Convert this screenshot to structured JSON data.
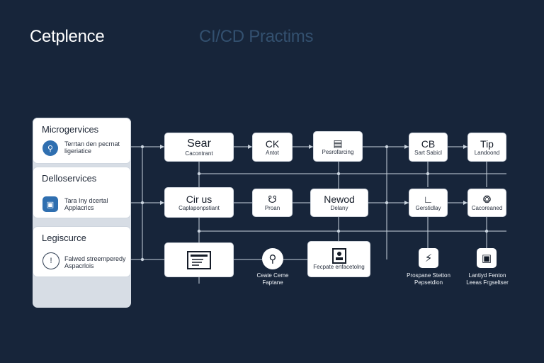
{
  "header": {
    "brand": "Cetplence",
    "subtitle": "CI/CD Practims"
  },
  "sidebar": {
    "cards": [
      {
        "title": "Microgervices",
        "desc_line1": "Terrtan den pecrnat",
        "desc_line2": "ligeriatice"
      },
      {
        "title": "Delloservices",
        "desc_line1": "Tara Iny dcertal",
        "desc_line2": "Applacrics"
      },
      {
        "title": "Legiscurce",
        "desc_line1": "Falwed streemperedy",
        "desc_line2": "Aspacrlois"
      }
    ]
  },
  "nodes": {
    "sear": {
      "title": "Sear",
      "caption": "Cacontrant"
    },
    "ck": {
      "title": "CK",
      "caption": "Antot"
    },
    "doc1": {
      "icon": "document-icon",
      "caption": "Pesrofarcing"
    },
    "cb": {
      "title": "CB",
      "caption": "Sart Sabicl"
    },
    "tip": {
      "title": "Tip",
      "caption": "Landoond"
    },
    "cirus": {
      "title": "Cir us",
      "caption": "Caplaponpstiant"
    },
    "basket": {
      "icon": "basket-icon",
      "caption": "Proan"
    },
    "newod": {
      "title": "Newod",
      "caption": "Delany"
    },
    "chart": {
      "icon": "chart-icon",
      "caption": "Gerstidlay"
    },
    "globe": {
      "icon": "globe-icon",
      "caption": "Cacoreaned"
    },
    "monitor": {
      "icon": "monitor-icon"
    },
    "search": {
      "icon": "search-icon",
      "label_line1": "Ceate Ceme",
      "label_line2": "Faptane"
    },
    "badge": {
      "icon": "badge-icon",
      "caption": "Fecpate enfacetolng"
    },
    "bolt": {
      "icon": "bolt-icon",
      "label_line1": "Prospane Stetton",
      "label_line2": "Pepsetdion"
    },
    "lock": {
      "icon": "lock-icon",
      "label_line1": "Lantiyd Fenton",
      "label_line2": "Leeas Frgseltser"
    }
  },
  "colors": {
    "background": "#17253a",
    "accent": "#2f6fb0",
    "line": "#c9d3de"
  }
}
